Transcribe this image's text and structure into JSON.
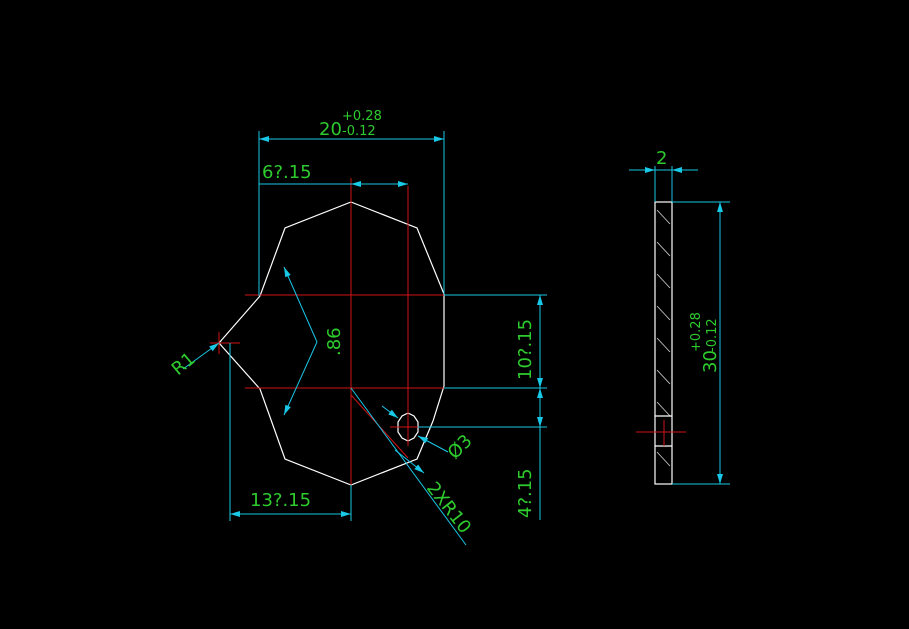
{
  "colors": {
    "background": "#000000",
    "outline": "#ffffff",
    "centerline": "#d21414",
    "dimension": "#19c7e6",
    "text": "#2ecb2e"
  },
  "dims": {
    "overall_width": {
      "nominal": "20",
      "upper": "+0.28",
      "lower": "-0.12"
    },
    "offset_width": "6?.15",
    "diagonal": ".86",
    "radius_small": "R1",
    "vertical_span": "10?.15",
    "hole_dia": "Ø3",
    "corner_radius": "2XR10",
    "bottom_width": "13?.15",
    "bottom_offset": "4?.15",
    "thickness": "2",
    "height": {
      "nominal": "30",
      "upper": "+0.28",
      "lower": "-0.12"
    }
  }
}
